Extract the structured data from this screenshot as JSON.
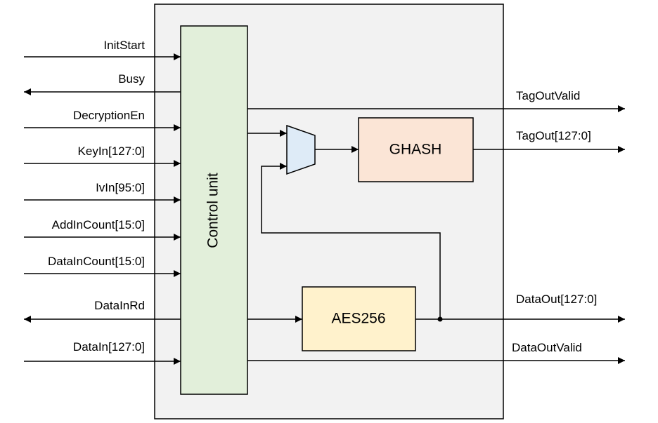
{
  "colors": {
    "outer_box": "#f2f2f2",
    "control_unit": "#e2efda",
    "ghash": "#fbe5d6",
    "aes": "#fff2cc",
    "mux": "#deebf7",
    "line": "#000000"
  },
  "blocks": {
    "control_unit": "Control unit",
    "ghash": "GHASH",
    "aes": "AES256"
  },
  "inputs": {
    "init_start": "InitStart",
    "busy": "Busy",
    "decryption_en": "DecryptionEn",
    "key_in": "KeyIn[127:0]",
    "iv_in": "IvIn[95:0]",
    "add_in_count": "AddInCount[15:0]",
    "data_in_count": "DataInCount[15:0]",
    "data_in_rd": "DataInRd",
    "data_in": "DataIn[127:0]"
  },
  "outputs": {
    "tag_out_valid": "TagOutValid",
    "tag_out": "TagOut[127:0]",
    "data_out": "DataOut[127:0]",
    "data_out_valid": "DataOutValid"
  },
  "icons": {
    "mux": "multiplexer-icon"
  }
}
